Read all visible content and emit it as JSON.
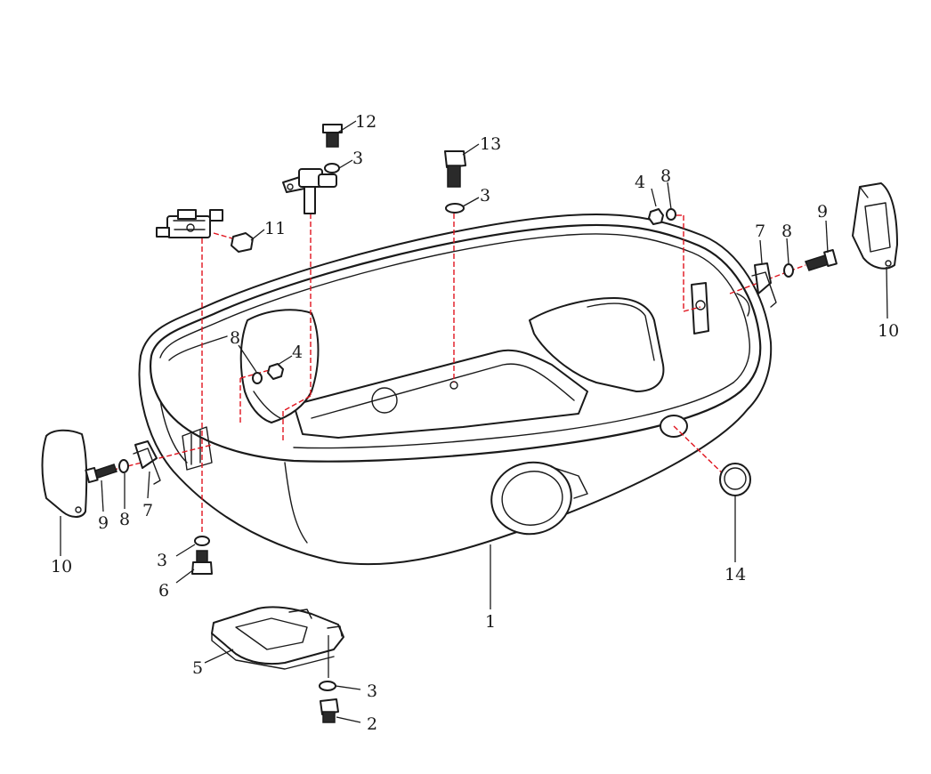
{
  "colors": {
    "line": "#1a1a1a",
    "guide": "#e0141e",
    "background": "#ffffff"
  },
  "callouts": {
    "c1": "1",
    "c2": "2",
    "c3_bottom": "3",
    "c3_left": "3",
    "c3_center": "3",
    "c3_top": "3",
    "c4_left": "4",
    "c4_right": "4",
    "c5": "5",
    "c6": "6",
    "c7_left": "7",
    "c7_right": "7",
    "c8_left_bottom": "8",
    "c8_left_inner": "8",
    "c8_right_top": "8",
    "c8_right": "8",
    "c9_left": "9",
    "c9_right": "9",
    "c10_left": "10",
    "c10_right": "10",
    "c11": "11",
    "c12": "12",
    "c13": "13",
    "c14": "14"
  }
}
